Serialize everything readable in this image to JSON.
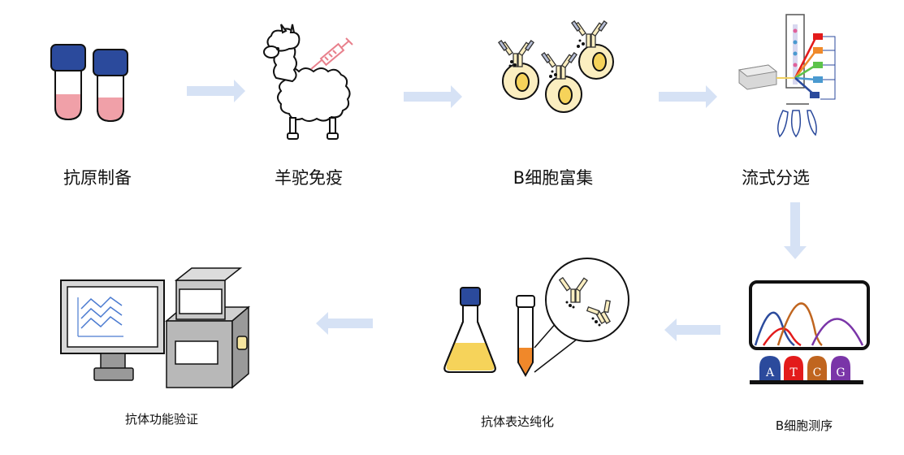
{
  "steps": {
    "antigen_prep": "抗原制备",
    "alpaca_immunization": "羊驼免疫",
    "b_cell_enrichment": "B细胞富集",
    "flow_sorting": "流式分选",
    "b_cell_sequencing": "B细胞测序",
    "antibody_expression": "抗体表达纯化",
    "functional_validation": "抗体功能验证"
  },
  "sequencing_bases": [
    "A",
    "T",
    "C",
    "G"
  ],
  "colors": {
    "arrow": "#d6e2f5",
    "cap_blue": "#2b4a9c",
    "tube_fill": "#f0a0a8",
    "cell_fill": "#fbeec0",
    "base_A": "#2b4a9c",
    "base_T": "#e31b1b",
    "base_C": "#c0651f",
    "base_G": "#7a35a8",
    "flask_fill": "#f6d35a",
    "tube_orange": "#f0882a"
  },
  "icons": [
    "vial-icon",
    "alpaca-icon",
    "syringe-icon",
    "b-cell-icon",
    "antibody-icon",
    "flow-cytometer-icon",
    "chromatogram-icon",
    "flask-icon",
    "conical-tube-icon",
    "computer-icon",
    "instrument-icon"
  ]
}
